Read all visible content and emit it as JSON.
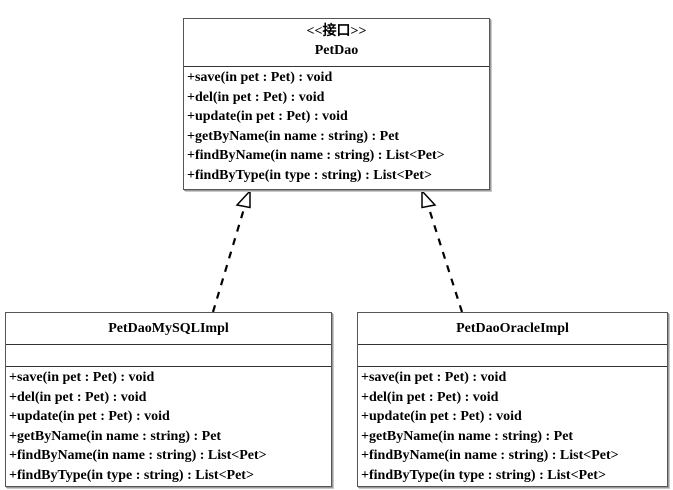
{
  "diagram": {
    "type": "uml-class-diagram",
    "background": "#ffffff",
    "line_color": "#000000",
    "border_color": "#555555",
    "relationship": "realization"
  },
  "interface": {
    "stereotype": "<<接口>>",
    "name": "PetDao",
    "operations": [
      "+save(in pet : Pet) : void",
      "+del(in pet : Pet) : void",
      "+update(in pet : Pet) : void",
      "+getByName(in name : string) : Pet",
      "+findByName(in name : string) : List<Pet>",
      "+findByType(in type : string) : List<Pet>"
    ]
  },
  "classes": [
    {
      "name": "PetDaoMySQLImpl",
      "attributes": [],
      "operations": [
        "+save(in pet : Pet) : void",
        "+del(in pet : Pet) : void",
        "+update(in pet : Pet) : void",
        "+getByName(in name : string) : Pet",
        "+findByName(in name : string) : List<Pet>",
        "+findByType(in type : string) : List<Pet>"
      ]
    },
    {
      "name": "PetDaoOracleImpl",
      "attributes": [],
      "operations": [
        "+save(in pet : Pet) : void",
        "+del(in pet : Pet) : void",
        "+update(in pet : Pet) : void",
        "+getByName(in name : string) : Pet",
        "+findByName(in name : string) : List<Pet>",
        "+findByType(in type : string) : List<Pet>"
      ]
    }
  ],
  "connectors": [
    {
      "name": "realization-mysql",
      "from": "PetDaoMySQLImpl",
      "to": "PetDao",
      "style": "dashed",
      "arrowhead": "hollow-triangle"
    },
    {
      "name": "realization-oracle",
      "from": "PetDaoOracleImpl",
      "to": "PetDao",
      "style": "dashed",
      "arrowhead": "hollow-triangle"
    }
  ]
}
